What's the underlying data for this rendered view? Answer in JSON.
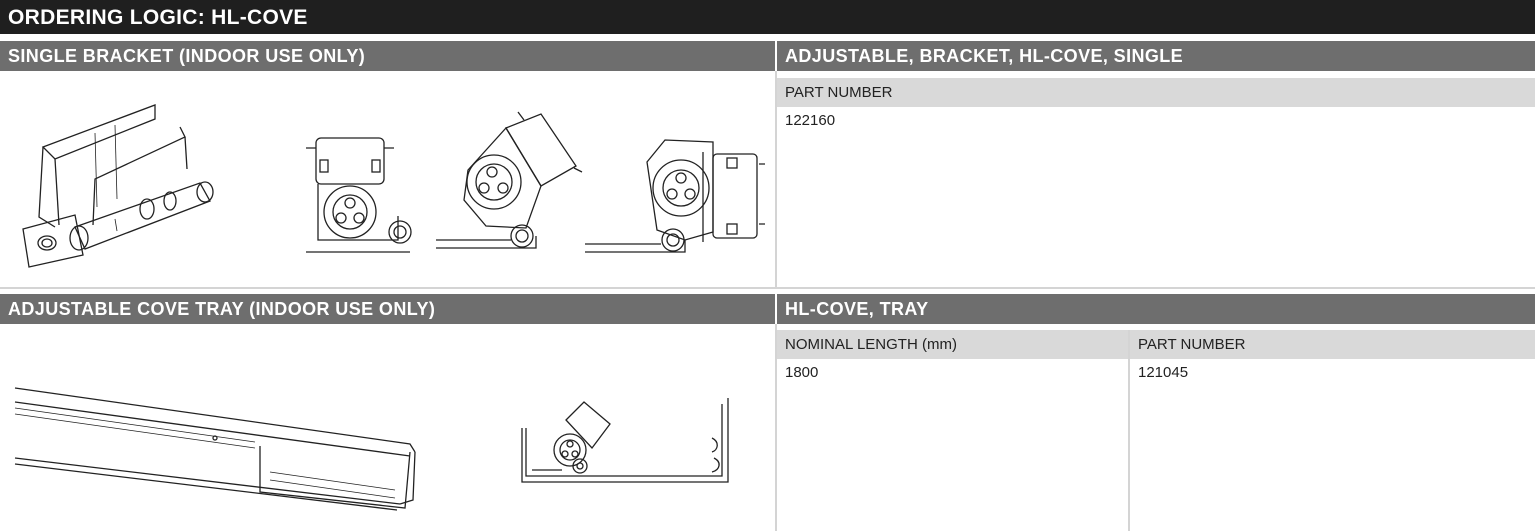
{
  "title": "ORDERING LOGIC: HL-COVE",
  "section1": {
    "left_header": "SINGLE BRACKET (INDOOR USE ONLY)",
    "right_header": "ADJUSTABLE, BRACKET, HL-COVE, SINGLE",
    "column_header": "PART NUMBER",
    "value": "122160"
  },
  "section2": {
    "left_header": "ADJUSTABLE COVE TRAY (INDOOR USE ONLY)",
    "right_header": "HL-COVE, TRAY",
    "columns": [
      "NOMINAL LENGTH (mm)",
      "PART NUMBER"
    ],
    "row": [
      "1800",
      "121045"
    ]
  },
  "colors": {
    "title_bg": "#1f1f1f",
    "section_bg": "#6e6e6e",
    "subheader_bg": "#d9d9d9",
    "divider": "#d4d4d4"
  }
}
